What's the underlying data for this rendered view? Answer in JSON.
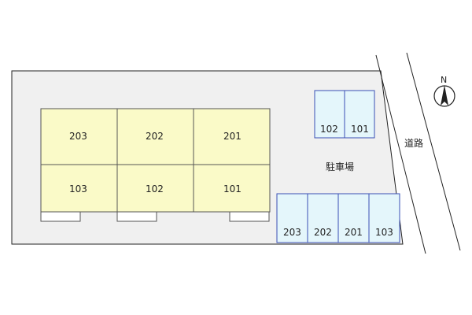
{
  "building": {
    "units": [
      {
        "label": "203"
      },
      {
        "label": "202"
      },
      {
        "label": "201"
      },
      {
        "label": "103"
      },
      {
        "label": "102"
      },
      {
        "label": "101"
      }
    ],
    "fill_color": "#fafac8"
  },
  "parking": {
    "label": "駐車場",
    "upper_spaces": [
      {
        "label": "102"
      },
      {
        "label": "101"
      }
    ],
    "lower_spaces": [
      {
        "label": "203"
      },
      {
        "label": "202"
      },
      {
        "label": "201"
      },
      {
        "label": "103"
      }
    ],
    "fill_color": "#e4f6fb",
    "border_color": "#3a4fb5"
  },
  "road": {
    "label": "道路"
  },
  "compass": {
    "label": "N",
    "icon": "north-arrow-icon"
  },
  "lot_color": "#f0f0f0"
}
